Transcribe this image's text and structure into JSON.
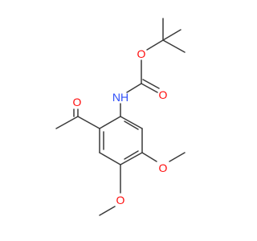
{
  "molecule": {
    "labels": {
      "nh": "NH",
      "o_ester": "O",
      "o_carbonyl": "O",
      "o_acetyl": "O",
      "o_methoxy_upper": "O",
      "o_methoxy_lower": "O"
    },
    "colors": {
      "bond": "#3a3a3a",
      "oxygen": "#ff0d0d",
      "nitrogen": "#3050f8"
    }
  }
}
